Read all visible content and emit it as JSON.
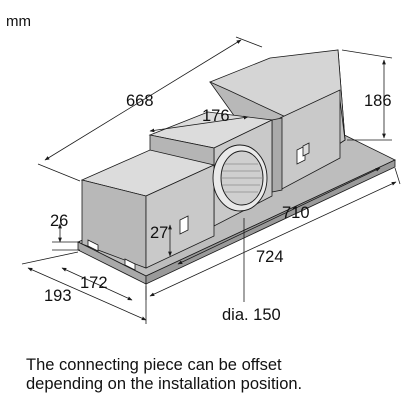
{
  "unit_label": "mm",
  "dimensions": {
    "overall_length": "668",
    "center_box_width": "176",
    "height": "186",
    "inner_length": "710",
    "outer_length": "724",
    "bracket_height_left": "26",
    "bracket_height_right": "27",
    "depth_outer": "193",
    "depth_inner": "172",
    "connector_diameter": "dia. 150"
  },
  "caption": {
    "line1": "The connecting piece can be offset",
    "line2": "depending on the installation position."
  },
  "colors": {
    "box_front": "#c9c9c9",
    "box_side": "#b0b0b0",
    "box_top": "#dcdcdc",
    "base_plate": "#bdbdbd",
    "line": "#1a1a1a"
  }
}
